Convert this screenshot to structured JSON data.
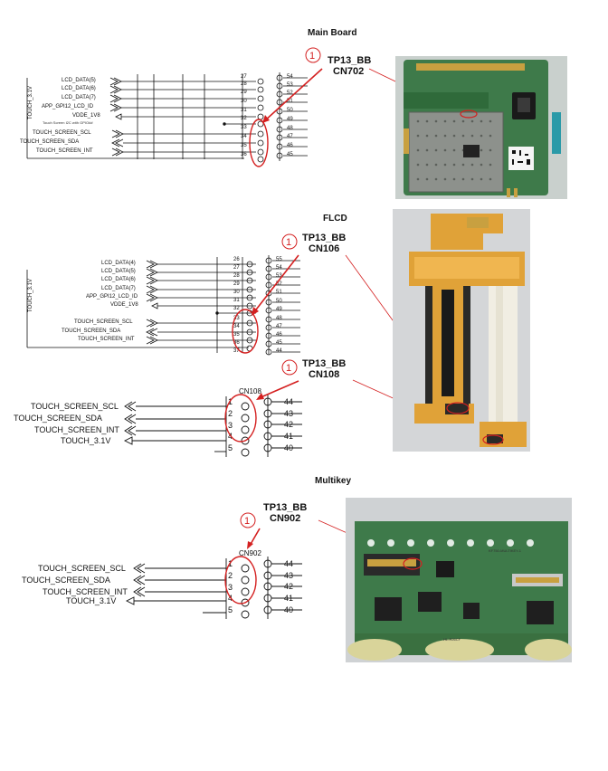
{
  "sections": {
    "main_board": {
      "title": "Main Board",
      "marker": "1",
      "tp_label": "TP13_BB",
      "cn_label": "CN702",
      "rail_label": "TOUCH_3.1V",
      "note": "Touch Screen I2C with GPIO##",
      "signals": [
        "LCD_DATA(5)",
        "LCD_DATA(6)",
        "LCD_DATA(7)",
        "APP_GPI12_LCD_ID",
        "VDDE_1V8",
        "TOUCH_SCREEN_SCL",
        "TOUCH_SCREEN_SDA",
        "TOUCH_SCREEN_INT"
      ],
      "left_pins": [
        "27",
        "28",
        "29",
        "30",
        "31",
        "32",
        "33",
        "34",
        "35",
        "36"
      ],
      "right_pins": [
        "54",
        "53",
        "52",
        "51",
        "50",
        "49",
        "48",
        "47",
        "46",
        "45"
      ]
    },
    "flcd": {
      "title": "FLCD",
      "marker": "1",
      "tp_label": "TP13_BB",
      "cn_label": "CN106",
      "rail_label": "TOUCH_3.1V",
      "signals": [
        "LCD_DATA(4)",
        "LCD_DATA(5)",
        "LCD_DATA(6)",
        "LCD_DATA(7)",
        "APP_GPI12_LCD_ID",
        "VDDE_1V8",
        "TOUCH_SCREEN_SCL",
        "TOUCH_SCREEN_SDA",
        "TOUCH_SCREEN_INT"
      ],
      "left_pins": [
        "26",
        "27",
        "28",
        "29",
        "30",
        "31",
        "32",
        "33",
        "34",
        "35",
        "36",
        "37"
      ],
      "right_pins": [
        "55",
        "54",
        "53",
        "52",
        "51",
        "50",
        "49",
        "48",
        "47",
        "46",
        "45",
        "44"
      ],
      "cn108": {
        "marker": "1",
        "tp_label": "TP13_BB",
        "cn_label": "CN108",
        "header": "CN108",
        "signals": [
          "TOUCH_SCREEN_SCL",
          "TOUCH_SCREEN_SDA",
          "TOUCH_SCREEN_INT",
          "TOUCH_3.1V"
        ],
        "left_pins": [
          "1",
          "2",
          "3",
          "4",
          "5"
        ],
        "right_pins": [
          "44",
          "43",
          "42",
          "41",
          "40"
        ]
      }
    },
    "multikey": {
      "title": "Multikey",
      "marker": "1",
      "tp_label": "TP13_BB",
      "cn_label": "CN902",
      "header": "CN902",
      "signals": [
        "TOUCH_SCREEN_SCL",
        "TOUCH_SCREEN_SDA",
        "TOUCH_SCREEN_INT",
        "TOUCH_3.1V"
      ],
      "left_pins": [
        "1",
        "2",
        "3",
        "4",
        "5"
      ],
      "right_pins": [
        "44",
        "43",
        "42",
        "41",
        "40"
      ],
      "board_text": "KF750-MULTIKEY-1",
      "board_text2": "HL-R26CF"
    }
  },
  "colors": {
    "annotation_red": "#d42020",
    "pcb_green": "#3e7a4a",
    "flex_orange": "#e0a238",
    "gold": "#c8a040",
    "shield_grey": "#8d918c"
  }
}
